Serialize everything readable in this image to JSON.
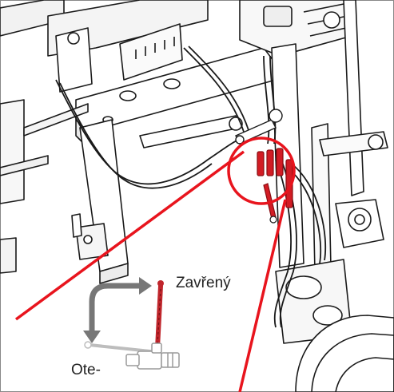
{
  "labels": {
    "closed": "Zavřený",
    "open": "Ote-"
  },
  "colors": {
    "callout": "#e8141d",
    "valve_handle_closed": "#c0262c",
    "valve_handle_open": "#bdbdbd",
    "arrow": "#777777",
    "linework": "#1a1a1a",
    "hoses_highlight": "#d21c24"
  },
  "icons": {
    "highlight": "circle-callout",
    "pointer": "red-leader-line",
    "rotation": "rotate-arrow-icon",
    "valve": "ball-valve-icon"
  }
}
